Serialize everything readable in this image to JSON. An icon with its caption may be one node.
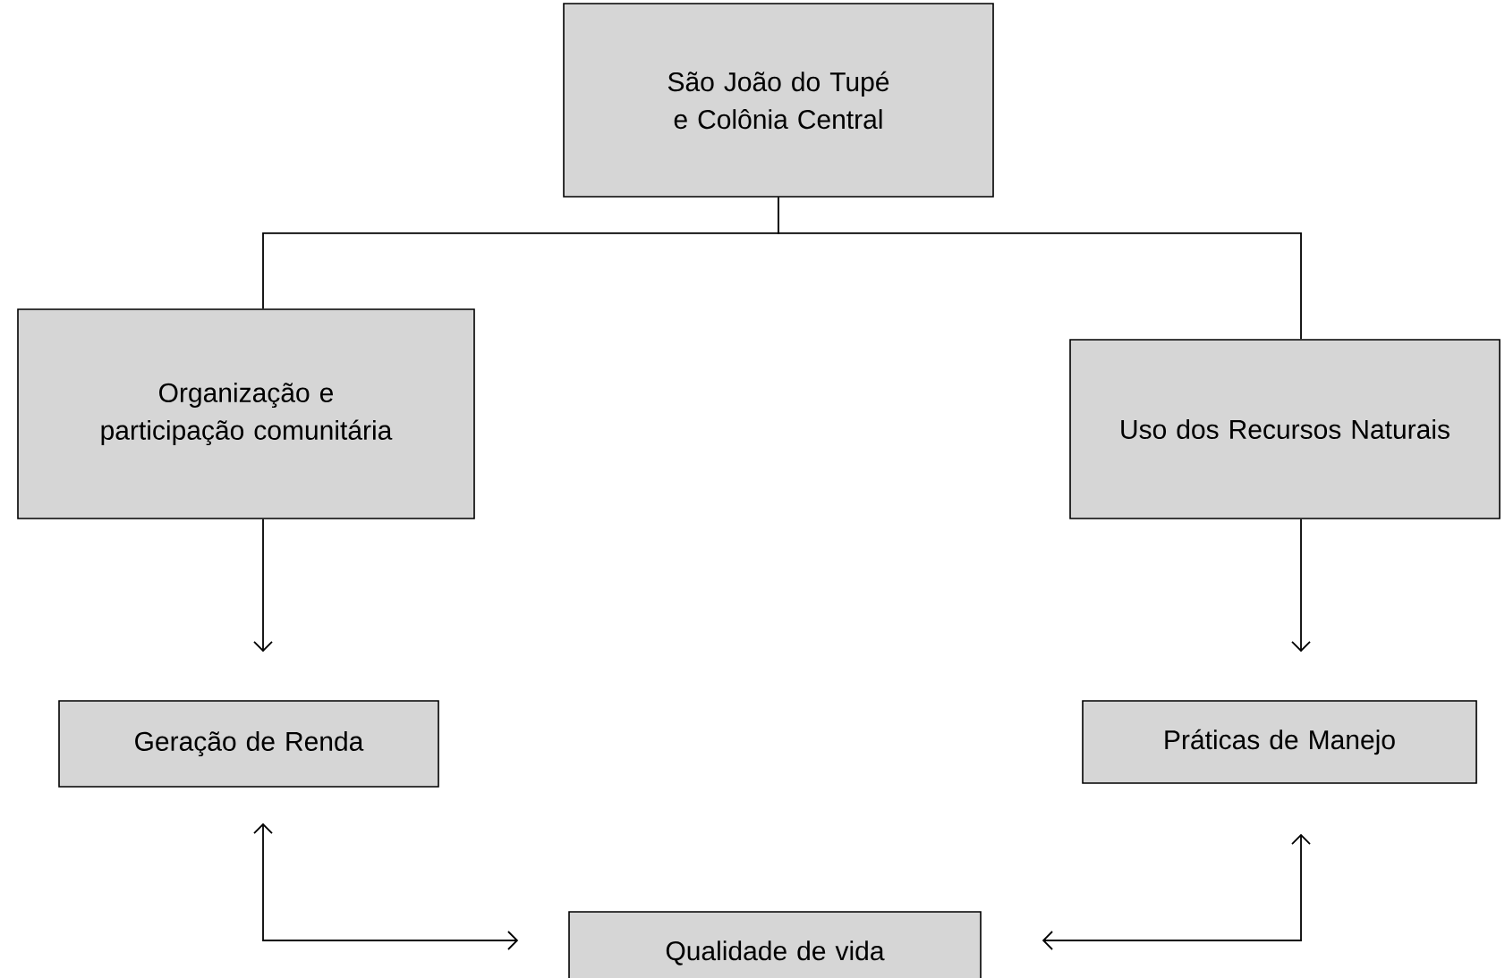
{
  "diagram": {
    "nodes": [
      {
        "text": [
          "São João do Tupé e Colônia Central"
        ]
      },
      {
        "text": [
          "Organização e participação comunitária"
        ]
      },
      {
        "text": [
          "Uso dos Recursos Naturais"
        ]
      },
      {
        "text": [
          "Geração de Renda"
        ]
      },
      {
        "text": [
          "Práticas de Manejo"
        ]
      },
      {
        "text": [
          "Qualidade de vida"
        ]
      }
    ],
    "edges": [
      {
        "from": 0,
        "to": 1,
        "arrow": "none"
      },
      {
        "from": 0,
        "to": 2,
        "arrow": "none"
      },
      {
        "from": 1,
        "to": 3,
        "arrow": "to"
      },
      {
        "from": 2,
        "to": 4,
        "arrow": "to"
      },
      {
        "from": 5,
        "to": 3,
        "arrow": "both"
      },
      {
        "from": 5,
        "to": 4,
        "arrow": "both"
      }
    ]
  }
}
